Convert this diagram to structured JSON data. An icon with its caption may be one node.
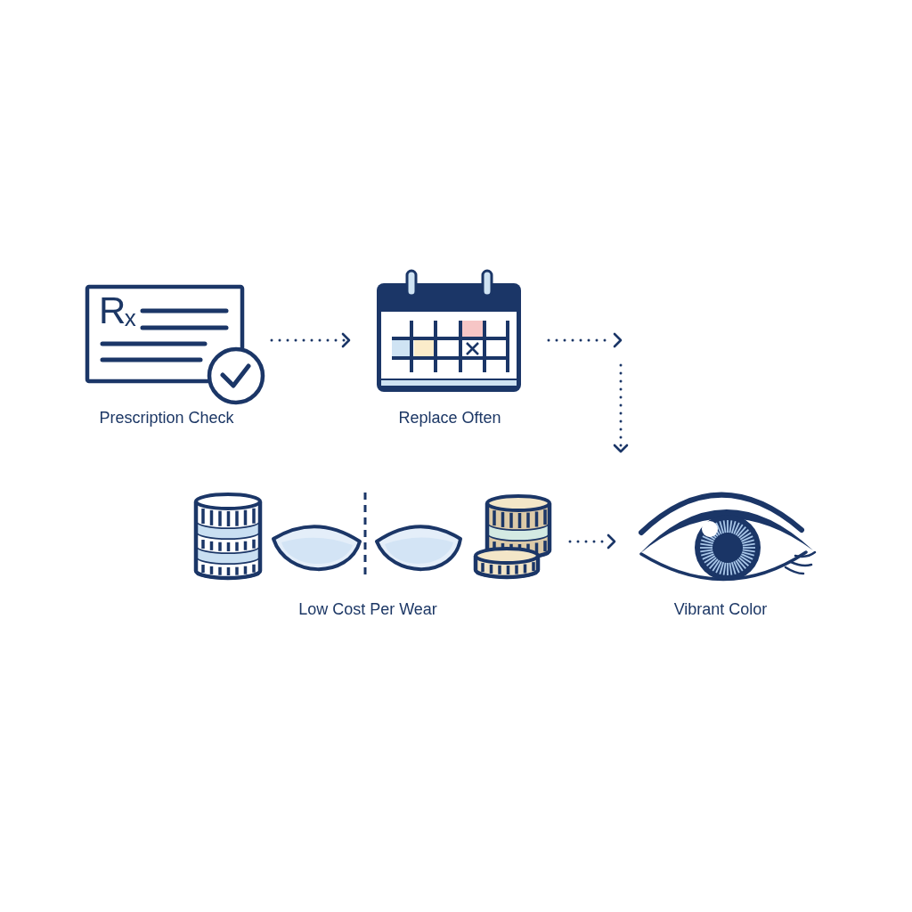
{
  "diagram": {
    "nodes": [
      {
        "text": [
          "R$_{x}$",
          "Prescription Check"
        ]
      },
      {
        "text": [
          "Replace Often"
        ]
      },
      {
        "text": [
          "Low Cost Per Wear"
        ]
      },
      {
        "text": [
          "Vibrant Color"
        ]
      }
    ],
    "edges": [
      {
        "from": 0,
        "to": 1,
        "arrow": "to"
      },
      {
        "from": 1,
        "to": 3,
        "arrow": "to"
      },
      {
        "from": 2,
        "to": 3,
        "arrow": "to"
      }
    ]
  }
}
